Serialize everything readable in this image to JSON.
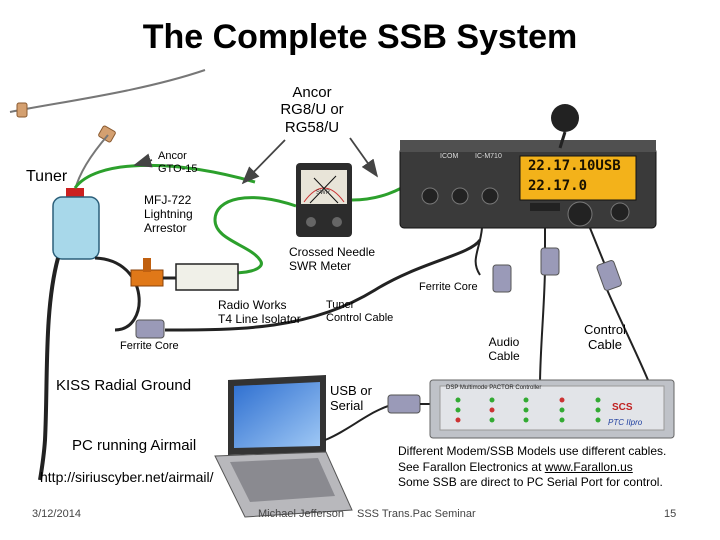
{
  "title": "The Complete SSB System",
  "labels": {
    "coax": [
      "Ancor",
      "RG8/U or",
      "RG58/U"
    ],
    "gto": [
      "Ancor",
      "GTO-15"
    ],
    "tuner": "Tuner",
    "arrestor": [
      "MFJ-722",
      "Lightning",
      "Arrestor"
    ],
    "swr": [
      "Crossed Needle",
      "SWR Meter"
    ],
    "ferrite_right": "Ferrite Core",
    "isolator": [
      "Radio Works",
      "T4 Line Isolator"
    ],
    "tuner_cable": [
      "Tuner",
      "Control Cable"
    ],
    "audio_cable": [
      "Audio",
      "Cable"
    ],
    "control_cable": [
      "Control",
      "Cable"
    ],
    "ferrite_left": "Ferrite Core",
    "kiss": "KISS Radial Ground",
    "usb": [
      "USB or",
      "Serial"
    ],
    "pc": "PC running Airmail",
    "url": "http://siriuscyber.net/airmail/",
    "note_line1": "Different  Modem/SSB Models use different cables.",
    "note_line2_pre": "See  Farallon Electronics at ",
    "note_link": "www.Farallon.us",
    "note_line3": "Some SSB are direct to PC Serial Port for control."
  },
  "radio": {
    "display_line1": "22.17.10USB",
    "display_line2": "22.17.0",
    "brand": "ICOM",
    "model": "IC-M710"
  },
  "modem": {
    "header": "DSP Multimode PACTOR Controller",
    "brand": "SCS",
    "model": "PTC IIpro"
  },
  "swr_meter_text": "SWR",
  "footer": {
    "date": "3/12/2014",
    "author": "Michael Jefferson",
    "event": "SSS Trans.Pac Seminar",
    "page": "15"
  },
  "colors": {
    "green_cable": "#2ca02c",
    "tuner_body": "#a8d8ea",
    "tuner_cap": "#cc2020",
    "arrestor": "#e07818",
    "ferrite": "#9a9ab8",
    "radio_display": "#f3b21a"
  }
}
